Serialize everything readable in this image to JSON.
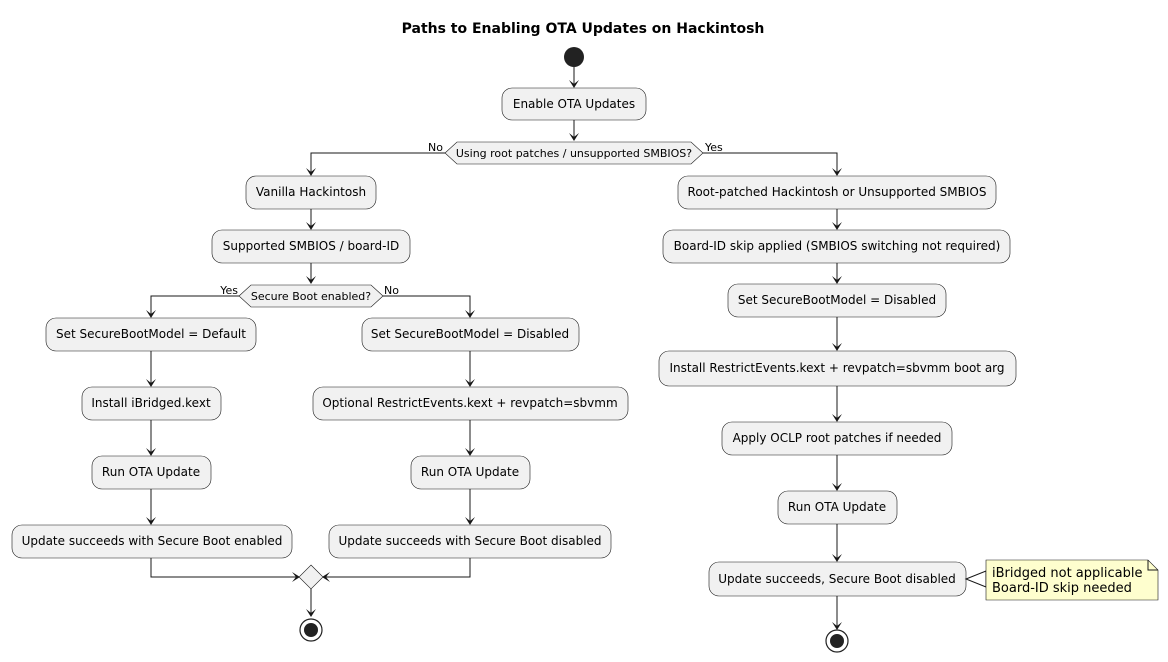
{
  "title": "Paths to Enabling OTA Updates on Hackintosh",
  "nodes": {
    "enable_ota": "Enable OTA Updates",
    "decision_root": "Using root patches / unsupported SMBIOS?",
    "no_label_root": "No",
    "yes_label_root": "Yes",
    "vanilla": "Vanilla Hackintosh",
    "supported_smbios": "Supported SMBIOS / board-ID",
    "decision_secure": "Secure Boot enabled?",
    "yes_label_secure": "Yes",
    "no_label_secure": "No",
    "set_default": "Set SecureBootModel = Default",
    "install_ibridged": "Install iBridged.kext",
    "run_ota_a": "Run OTA Update",
    "success_secure": "Update succeeds with Secure Boot enabled",
    "set_disabled_a": "Set SecureBootModel = Disabled",
    "optional_restrict": "Optional RestrictEvents.kext + revpatch=sbvmm",
    "run_ota_b": "Run OTA Update",
    "success_disabled": "Update succeeds with Secure Boot disabled",
    "root_patched": "Root-patched Hackintosh or Unsupported SMBIOS",
    "boardid_skip": "Board-ID skip applied (SMBIOS switching not required)",
    "set_disabled_b": "Set SecureBootModel = Disabled",
    "install_restrict": "Install RestrictEvents.kext + revpatch=sbvmm boot arg",
    "apply_oclp": "Apply OCLP root patches if needed",
    "run_ota_c": "Run OTA Update",
    "success_right": "Update succeeds, Secure Boot disabled"
  },
  "note": {
    "line1": "iBridged not applicable",
    "line2": "Board-ID skip needed"
  }
}
